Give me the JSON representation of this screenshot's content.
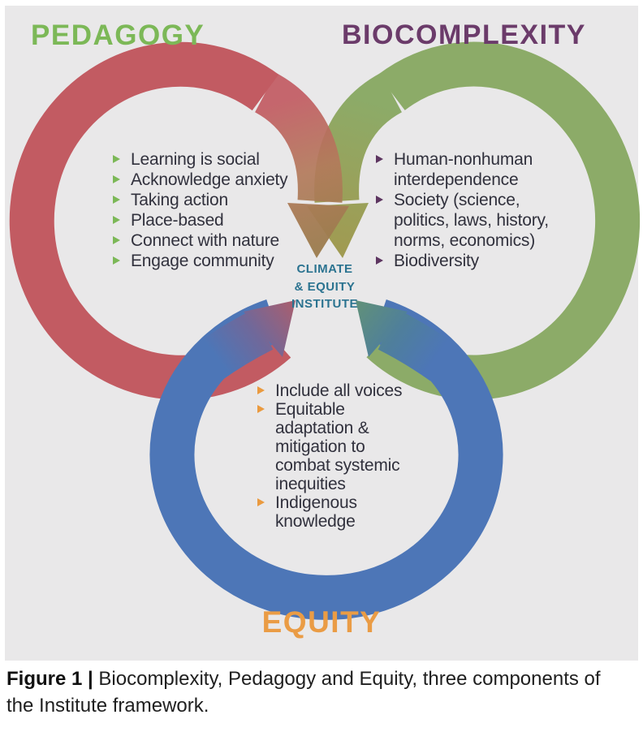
{
  "titles": {
    "pedagogy": "PEDAGOGY",
    "biocomplexity": "BIOCOMPLEXITY",
    "equity": "EQUITY"
  },
  "center_label": {
    "line1": "CLIMATE",
    "line2": "& EQUITY",
    "line3": "INSTITUTE"
  },
  "lists": {
    "pedagogy": {
      "items": [
        "Learning is social",
        "Acknowledge anxiety",
        "Taking action",
        "Place-based",
        "Connect with nature",
        "Engage community"
      ]
    },
    "biocomplexity": {
      "items": [
        "Human-nonhuman\ninterdependence",
        "Society (science,\npolitics, laws, history,\nnorms, economics)",
        "Biodiversity"
      ]
    },
    "equity": {
      "items": [
        "Include all voices",
        "Equitable\nadaptation &\nmitigation to\ncombat systemic\ninequities",
        "Indigenous\nknowledge"
      ]
    }
  },
  "caption": {
    "prefix": "Figure 1 |",
    "line1": "Biocomplexity, Pedagogy and Equity, three components of",
    "line2": "the Institute framework."
  },
  "colors": {
    "background_gray": "#e9e8e9",
    "pedagogy_green_title": "#7cb857",
    "biocomplexity_purple_title": "#6b3b6a",
    "equity_orange_title": "#ea9c45",
    "ring_red": "#c25b62",
    "ring_green": "#8cab68",
    "ring_blue": "#4d76b7",
    "center_teal_text": "#2b7390",
    "list_text": "#31313d",
    "bullet_green": "#7cb857",
    "bullet_purple": "#5d3560",
    "bullet_orange": "#ea9a3f",
    "arrow_blend_olive": "#9c7c4e",
    "arrow_blend_purple": "#a55f72",
    "arrow_blend_teal": "#5f8f7c"
  }
}
